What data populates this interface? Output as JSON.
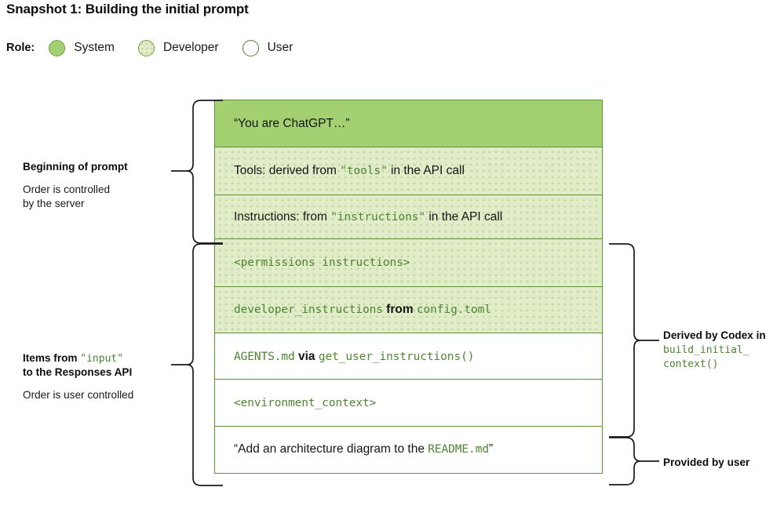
{
  "title": "Snapshot 1: Building the initial prompt",
  "legend": {
    "label": "Role:",
    "items": [
      {
        "name": "System",
        "swatch": "solid-green-circle-icon",
        "color": "#a3d071"
      },
      {
        "name": "Developer",
        "swatch": "dotted-green-circle-icon",
        "color": "#e1ecc9"
      },
      {
        "name": "User",
        "swatch": "outline-circle-icon",
        "color": "#ffffff"
      }
    ]
  },
  "blocks": [
    {
      "role": "System",
      "parts": [
        {
          "text": "“You are ChatGPT…”",
          "style": "plain"
        }
      ]
    },
    {
      "role": "Developer",
      "parts": [
        {
          "text": "Tools: derived from ",
          "style": "plain"
        },
        {
          "text": "\"tools\"",
          "style": "mono"
        },
        {
          "text": " in the API call",
          "style": "plain"
        }
      ]
    },
    {
      "role": "Developer",
      "parts": [
        {
          "text": "Instructions: from ",
          "style": "plain"
        },
        {
          "text": "\"instructions\"",
          "style": "mono"
        },
        {
          "text": " in the API call",
          "style": "plain"
        }
      ]
    },
    {
      "role": "Developer",
      "parts": [
        {
          "text": "<permissions instructions>",
          "style": "mono"
        }
      ]
    },
    {
      "role": "Developer",
      "parts": [
        {
          "text": "developer_instructions",
          "style": "mono"
        },
        {
          "text": " from ",
          "style": "plain-bold"
        },
        {
          "text": "config.toml",
          "style": "mono"
        }
      ]
    },
    {
      "role": "User",
      "parts": [
        {
          "text": "AGENTS.md",
          "style": "mono"
        },
        {
          "text": " via ",
          "style": "plain-bold"
        },
        {
          "text": "get_user_instructions()",
          "style": "mono"
        }
      ]
    },
    {
      "role": "User",
      "parts": [
        {
          "text": "<environment_context>",
          "style": "mono"
        }
      ]
    },
    {
      "role": "User",
      "parts": [
        {
          "text": "“Add an architecture diagram to the ",
          "style": "plain"
        },
        {
          "text": "README.md",
          "style": "mono"
        },
        {
          "text": "”",
          "style": "plain"
        }
      ]
    }
  ],
  "annotations": {
    "beginning": {
      "head": "Beginning of prompt",
      "sub_line1": "Order is controlled",
      "sub_line2": "by the server"
    },
    "items": {
      "head_pre": "Items from ",
      "head_mono": "\"input\"",
      "head_line2": "to the Responses API",
      "sub": "Order is user controlled"
    },
    "derived": {
      "head": "Derived by Codex in",
      "mono_line1": "build_initial_",
      "mono_line2": "context()"
    },
    "provided": {
      "head": "Provided by user"
    }
  },
  "colors": {
    "system_green": "#a3d071",
    "developer_green": "#e1ecc9",
    "block_border": "#5f9236",
    "mono_text": "#4f8434",
    "body_text": "#151515"
  }
}
